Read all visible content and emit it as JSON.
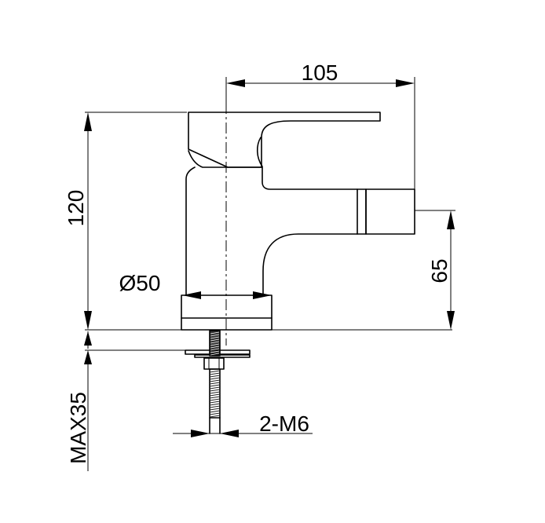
{
  "dimensions": {
    "width_top": "105",
    "height_total": "120",
    "outlet_height": "65",
    "base_diameter": "Ø50",
    "max_thickness": "MAX35",
    "mounting_thread": "2-M6"
  },
  "colors": {
    "line": "#000000",
    "background": "#ffffff"
  }
}
